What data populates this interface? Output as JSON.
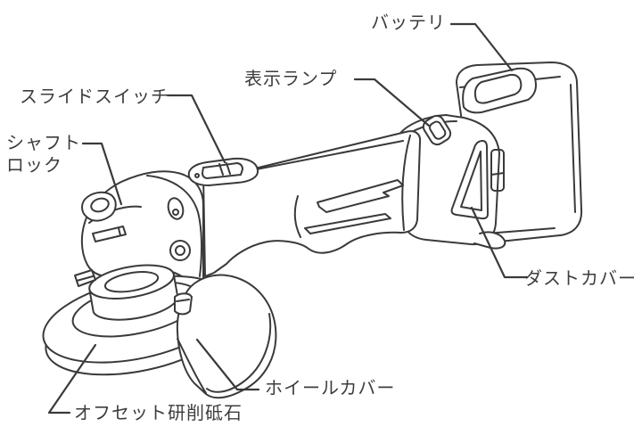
{
  "page": {
    "background_color": "#ffffff"
  },
  "diagram": {
    "type": "parts-callout-diagram",
    "subject": "cordless-angle-grinder-line-drawing",
    "line_color": "#3a3a3a",
    "text_color": "#3d3d3d",
    "labels": {
      "battery": "バッテリ",
      "indicator_lamp": "表示ランプ",
      "slide_switch": "スライドスイッチ",
      "shaft_lock": "シャフト\nロック",
      "dust_cover": "ダストカバー",
      "wheel_cover": "ホイールカバー",
      "offset_grinding_wheel": "オフセット研削砥石"
    }
  }
}
